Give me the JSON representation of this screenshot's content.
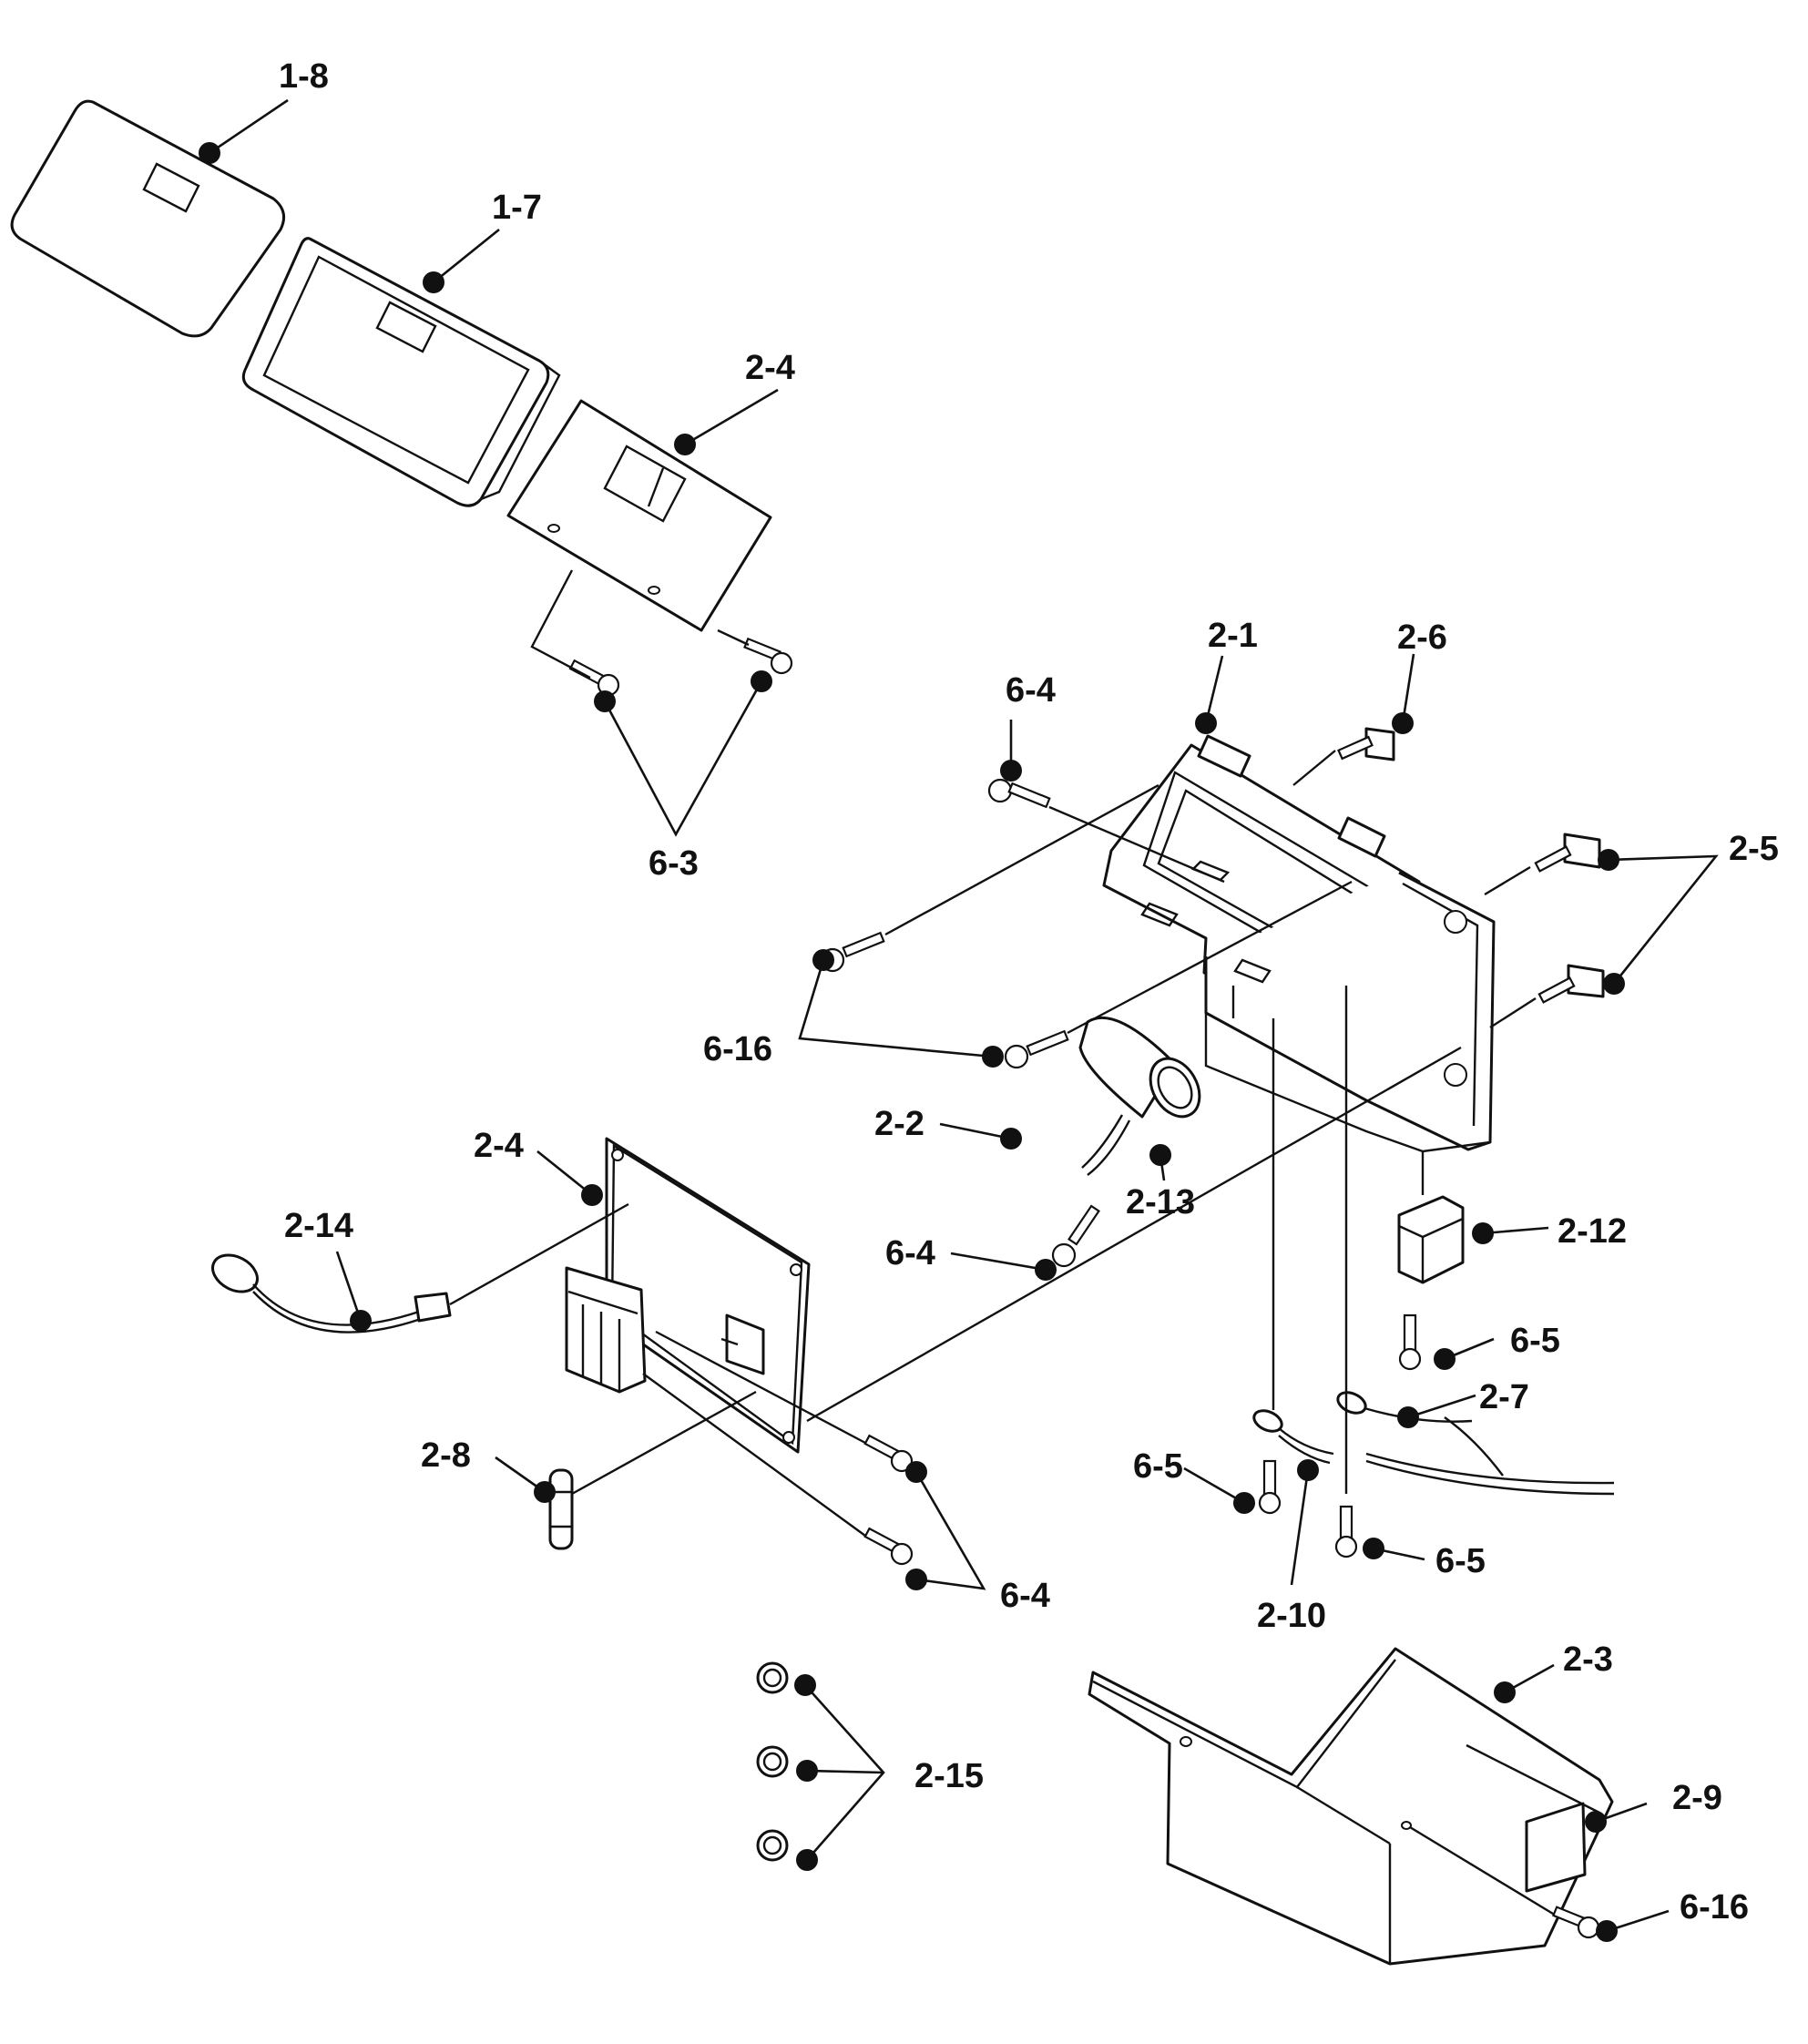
{
  "diagram": {
    "labels": {
      "c_1_8": "1-8",
      "c_1_7": "1-7",
      "c_2_4_top": "2-4",
      "c_6_3": "6-3",
      "c_2_1": "2-1",
      "c_2_6": "2-6",
      "c_6_4_top": "6-4",
      "c_2_5": "2-5",
      "c_6_16_mid": "6-16",
      "c_2_2": "2-2",
      "c_2_13": "2-13",
      "c_2_4_board": "2-4",
      "c_2_14": "2-14",
      "c_6_4_mid": "6-4",
      "c_2_12": "2-12",
      "c_6_5_right": "6-5",
      "c_2_7": "2-7",
      "c_6_5_left": "6-5",
      "c_2_8": "2-8",
      "c_6_5_low": "6-5",
      "c_6_4_low": "6-4",
      "c_2_10": "2-10",
      "c_2_3": "2-3",
      "c_2_15": "2-15",
      "c_2_9": "2-9",
      "c_6_16_low": "6-16"
    }
  }
}
